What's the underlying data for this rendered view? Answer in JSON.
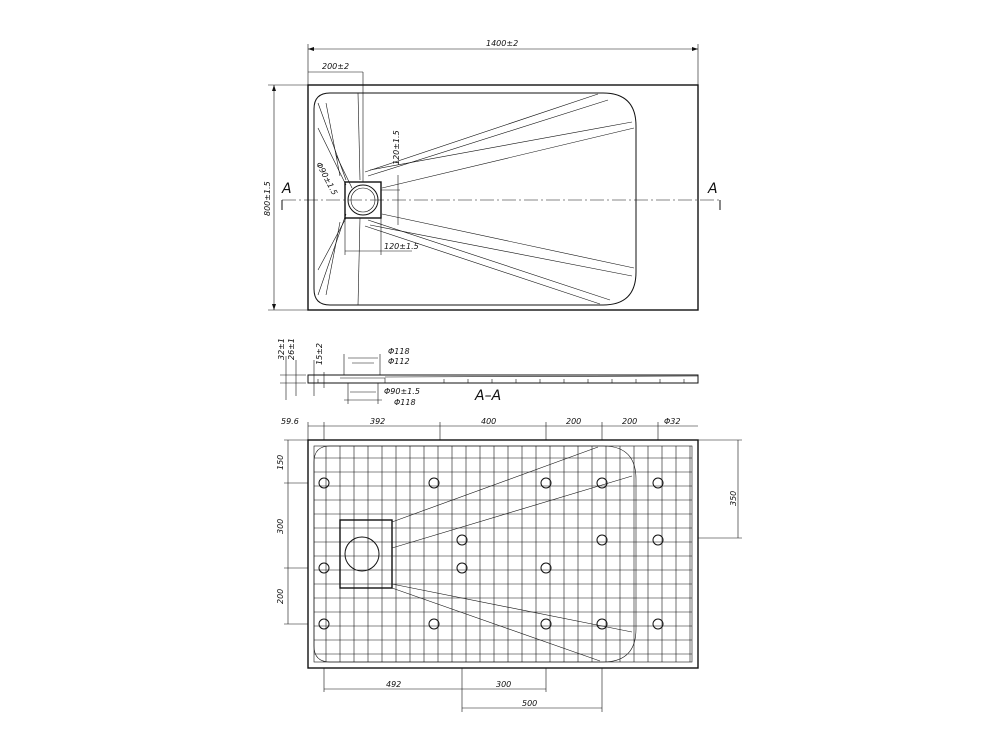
{
  "top_view": {
    "width_dim": "1400±2",
    "drain_offset_dim": "200±2",
    "height_dim": "800±1.5",
    "drain_diameter_dim": "Φ90±1.5",
    "drain_upper_dim": "120±1.5",
    "drain_lower_dim": "120±1.5",
    "section_mark_left": "A",
    "section_mark_right": "A"
  },
  "section_view": {
    "thickness_dim": "32±1",
    "inner_thickness_dim": "26±1",
    "drain_depth_dim": "15±2",
    "outer_top_dim": "Φ118",
    "inner_top_dim": "Φ112",
    "drain_bottom_dim": "Φ90±1.5",
    "outer_bottom_dim": "Φ118",
    "section_label": "A–A"
  },
  "bottom_view": {
    "top_dims": [
      "59.6",
      "392",
      "400",
      "200",
      "200",
      "Φ32"
    ],
    "left_dims": [
      "150",
      "300",
      "200"
    ],
    "right_dim": "350",
    "bottom_dims": [
      "492",
      "300",
      "500"
    ]
  }
}
